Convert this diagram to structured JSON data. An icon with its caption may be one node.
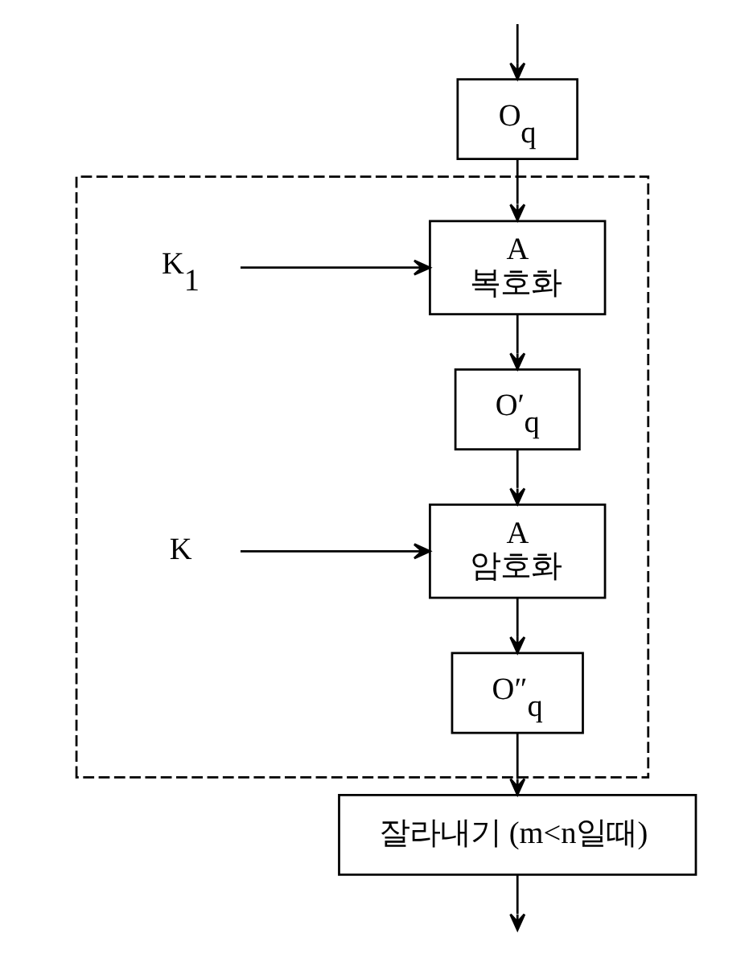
{
  "diagram": {
    "nodes": [
      {
        "text": [
          "O$_{q}$"
        ]
      },
      {
        "text": [],
        "shape": "box"
      },
      {
        "text": [
          "K$_{1}$"
        ],
        "in": 1
      },
      {
        "text": [
          "A",
          "복호화"
        ],
        "in": 1
      },
      {
        "text": [
          "O′$_{q}$"
        ],
        "in": 1
      },
      {
        "text": [
          "K"
        ],
        "in": 1
      },
      {
        "text": [
          "A",
          "암호화"
        ],
        "in": 1
      },
      {
        "text": [
          "O″$_{q}$"
        ],
        "in": 1
      },
      {
        "text": [
          "잘라내기 (m<n일때)"
        ]
      }
    ],
    "edges": [
      {
        "from": null,
        "to": 0,
        "arrow": "to"
      },
      {
        "from": 0,
        "to": 3,
        "arrow": "to"
      },
      {
        "from": 2,
        "to": 3,
        "arrow": "to"
      },
      {
        "from": 3,
        "to": 4,
        "arrow": "to"
      },
      {
        "from": 4,
        "to": 6,
        "arrow": "to"
      },
      {
        "from": 5,
        "to": 6,
        "arrow": "to"
      },
      {
        "from": 6,
        "to": 7,
        "arrow": "to"
      },
      {
        "from": 7,
        "to": 8,
        "arrow": "to"
      },
      {
        "from": 8,
        "to": null,
        "arrow": "to"
      }
    ]
  }
}
